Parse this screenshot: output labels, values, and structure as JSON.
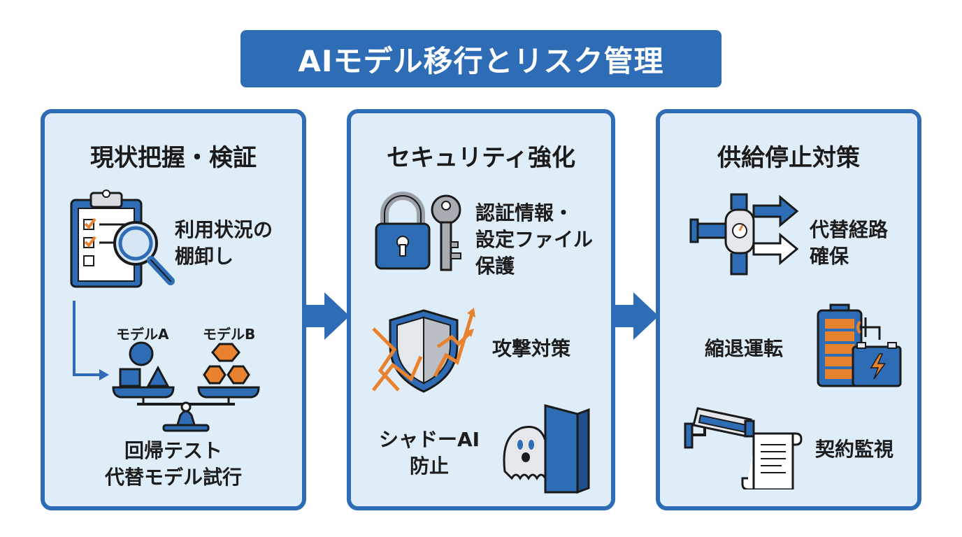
{
  "title": "AIモデル移行とリスク管理",
  "colors": {
    "primary": "#2e6cb5",
    "panel_bg": "#deedf8",
    "accent": "#e8822e"
  },
  "panels": [
    {
      "heading": "現状把握・検証",
      "items": [
        {
          "icon": "clipboard-magnifier-icon",
          "label": "利用状況の\n棚卸し"
        },
        {
          "icon": "balance-scale-icon",
          "label": "回帰テスト\n代替モデル試行",
          "model_a": "モデルA",
          "model_b": "モデルB"
        }
      ]
    },
    {
      "heading": "セキュリティ強化",
      "items": [
        {
          "icon": "lock-key-icon",
          "label": "認証情報・\n設定ファイル\n保護"
        },
        {
          "icon": "shield-arrows-icon",
          "label": "攻撃対策"
        },
        {
          "icon": "ghost-wall-icon",
          "label": "シャドーAI\n防止"
        }
      ]
    },
    {
      "heading": "供給停止対策",
      "items": [
        {
          "icon": "pipe-valve-icon",
          "label": "代替経路\n確保"
        },
        {
          "icon": "battery-icon",
          "label": "縮退運転"
        },
        {
          "icon": "camera-contract-icon",
          "label": "契約監視"
        }
      ]
    }
  ]
}
